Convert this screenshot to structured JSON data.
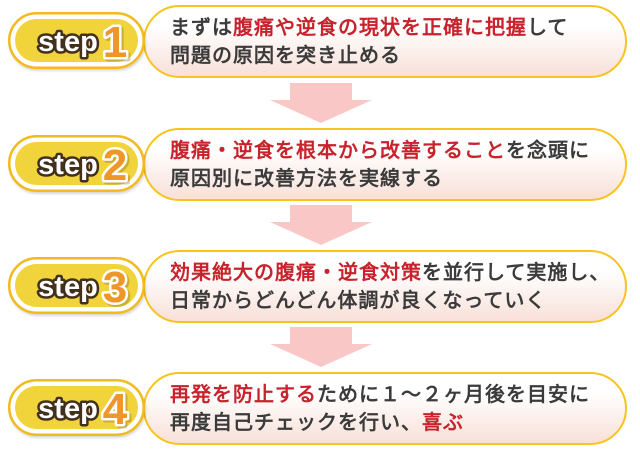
{
  "colors": {
    "box_border": "#f8c31f",
    "box_gradient_top": "#ffffff",
    "box_gradient_bottom": "#f8e0d8",
    "badge_fill": "#f1d33c",
    "badge_border": "#f3ba1c",
    "badge_text_fill": "#ffffff",
    "badge_text_outline": "#42301d",
    "number_fill": "#ee9629",
    "number_outline": "#ffffff",
    "text_dark": "#3b3b3b",
    "text_red": "#c8232c",
    "arrow": "#f9c8c6"
  },
  "arrow_icon": "down-block-arrow",
  "steps": [
    {
      "badge_label": "step",
      "badge_number": "1",
      "lines": [
        [
          {
            "text": "まずは",
            "color": "dark"
          },
          {
            "text": "腹痛や逆食の現状を正確に把握",
            "color": "red"
          },
          {
            "text": "して",
            "color": "dark"
          }
        ],
        [
          {
            "text": "問題の原因を突き止める",
            "color": "dark"
          }
        ]
      ]
    },
    {
      "badge_label": "step",
      "badge_number": "2",
      "lines": [
        [
          {
            "text": "腹痛・逆食を根本から改善すること",
            "color": "red"
          },
          {
            "text": "を念頭に",
            "color": "dark"
          }
        ],
        [
          {
            "text": "原因別に改善方法を実線する",
            "color": "dark"
          }
        ]
      ]
    },
    {
      "badge_label": "step",
      "badge_number": "3",
      "lines": [
        [
          {
            "text": "効果絶大の腹痛・逆食対策",
            "color": "red"
          },
          {
            "text": "を並行して実施し、",
            "color": "dark"
          }
        ],
        [
          {
            "text": "日常からどんどん体調が良くなっていく",
            "color": "dark"
          }
        ]
      ]
    },
    {
      "badge_label": "step",
      "badge_number": "4",
      "lines": [
        [
          {
            "text": "再発を防止する",
            "color": "red"
          },
          {
            "text": "ために１～２ヶ月後を目安に",
            "color": "dark"
          }
        ],
        [
          {
            "text": "再度自己チェックを行い、",
            "color": "dark"
          },
          {
            "text": "喜ぶ",
            "color": "red"
          }
        ]
      ]
    }
  ]
}
